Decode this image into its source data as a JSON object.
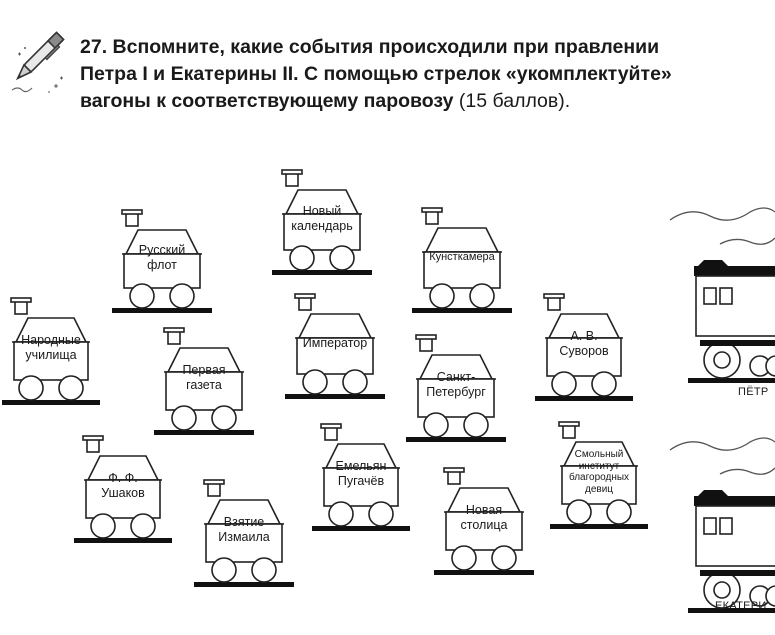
{
  "task": {
    "line1": "27. Вспомните, какие события происходили при правлении",
    "line2": "Петра I и Екатерины II. С помощью стрелок «укомплектуйте»",
    "line3_bold": "вагоны к соответствующему паровозу",
    "points": "(15 баллов)."
  },
  "pen_icon": "pen-icon",
  "wagons": [
    {
      "id": "novyi-kalendar",
      "line1": "Новый",
      "line2": "календарь"
    },
    {
      "id": "russkii-flot",
      "line1": "Русский",
      "line2": "флот"
    },
    {
      "id": "kunstkamera",
      "line1": "Кунсткамера",
      "line2": ""
    },
    {
      "id": "narodnye-uchilishcha",
      "line1": "Народные",
      "line2": "училища"
    },
    {
      "id": "imperator",
      "line1": "Император",
      "line2": ""
    },
    {
      "id": "suvorov",
      "line1": "А. В.",
      "line2": "Суворов"
    },
    {
      "id": "pervaya-gazeta",
      "line1": "Первая",
      "line2": "газета"
    },
    {
      "id": "sankt-peterburg",
      "line1": "Санкт-",
      "line2": "Петербург"
    },
    {
      "id": "pugachev",
      "line1": "Емельян",
      "line2": "Пугачёв"
    },
    {
      "id": "ushakov",
      "line1": "Ф. Ф.",
      "line2": "Ушаков"
    },
    {
      "id": "smolnyi",
      "line1": "Смольный",
      "line2": "институт",
      "line3": "благородных",
      "line4": "девиц"
    },
    {
      "id": "novaya-stolitsa",
      "line1": "Новая",
      "line2": "столица"
    },
    {
      "id": "vzyatie-izmaila",
      "line1": "Взятие",
      "line2": "Измаила"
    }
  ],
  "locomotives": [
    {
      "id": "petr",
      "name": "ПЁТР"
    },
    {
      "id": "ekaterina",
      "name": "ЕКАТЕРИ"
    }
  ]
}
